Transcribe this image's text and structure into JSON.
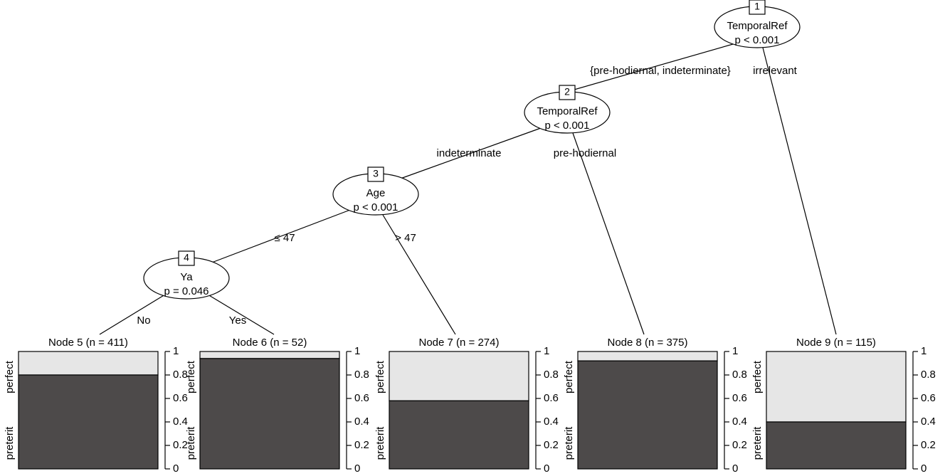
{
  "figure": {
    "type": "conditional-inference-tree",
    "response_levels": [
      "perfect",
      "preterit"
    ],
    "colors": {
      "perfect_fill": "#e6e6e6",
      "preterit_fill": "#4d4a4a",
      "line": "#000000",
      "background": "#ffffff"
    }
  },
  "inner_nodes": [
    {
      "id": "1",
      "variable": "TemporalRef",
      "pvalue": "p < 0.001"
    },
    {
      "id": "2",
      "variable": "TemporalRef",
      "pvalue": "p < 0.001"
    },
    {
      "id": "3",
      "variable": "Age",
      "pvalue": "p < 0.001"
    },
    {
      "id": "4",
      "variable": "Ya",
      "pvalue": "p = 0.046"
    }
  ],
  "edge_labels": [
    {
      "text": "{pre-hodiernal, indeterminate}"
    },
    {
      "text": "irrelevant"
    },
    {
      "text": "indeterminate"
    },
    {
      "text": "pre-hodiernal"
    },
    {
      "text": "≤ 47"
    },
    {
      "text": "> 47"
    },
    {
      "text": "No"
    },
    {
      "text": "Yes"
    }
  ],
  "terminal_nodes": [
    {
      "id": "5",
      "title": "Node 5 (n = 411)",
      "n": 411,
      "preterit": 0.8,
      "perfect": 0.2
    },
    {
      "id": "6",
      "title": "Node 6 (n = 52)",
      "n": 52,
      "preterit": 0.94,
      "perfect": 0.06
    },
    {
      "id": "7",
      "title": "Node 7 (n = 274)",
      "n": 274,
      "preterit": 0.58,
      "perfect": 0.42
    },
    {
      "id": "8",
      "title": "Node 8 (n = 375)",
      "n": 375,
      "preterit": 0.92,
      "perfect": 0.08
    },
    {
      "id": "9",
      "title": "Node 9 (n = 115)",
      "n": 115,
      "preterit": 0.4,
      "perfect": 0.6
    }
  ],
  "axis": {
    "ticks": [
      "0",
      "0.2",
      "0.4",
      "0.6",
      "0.8",
      "1"
    ],
    "tick_values": [
      0,
      0.2,
      0.4,
      0.6,
      0.8,
      1
    ],
    "min": 0,
    "max": 1,
    "category_top": "perfect",
    "category_bottom": "preterit"
  },
  "chart_data": {
    "type": "bar",
    "title": "",
    "xlabel": "",
    "ylabel": "",
    "ylim": [
      0,
      1
    ],
    "categories": [
      "Node 5 (n = 411)",
      "Node 6 (n = 52)",
      "Node 7 (n = 274)",
      "Node 8 (n = 375)",
      "Node 9 (n = 115)"
    ],
    "series": [
      {
        "name": "preterit",
        "values": [
          0.8,
          0.94,
          0.58,
          0.92,
          0.4
        ]
      },
      {
        "name": "perfect",
        "values": [
          0.2,
          0.06,
          0.42,
          0.08,
          0.6
        ]
      }
    ],
    "legend_position": "none",
    "grid": false
  }
}
